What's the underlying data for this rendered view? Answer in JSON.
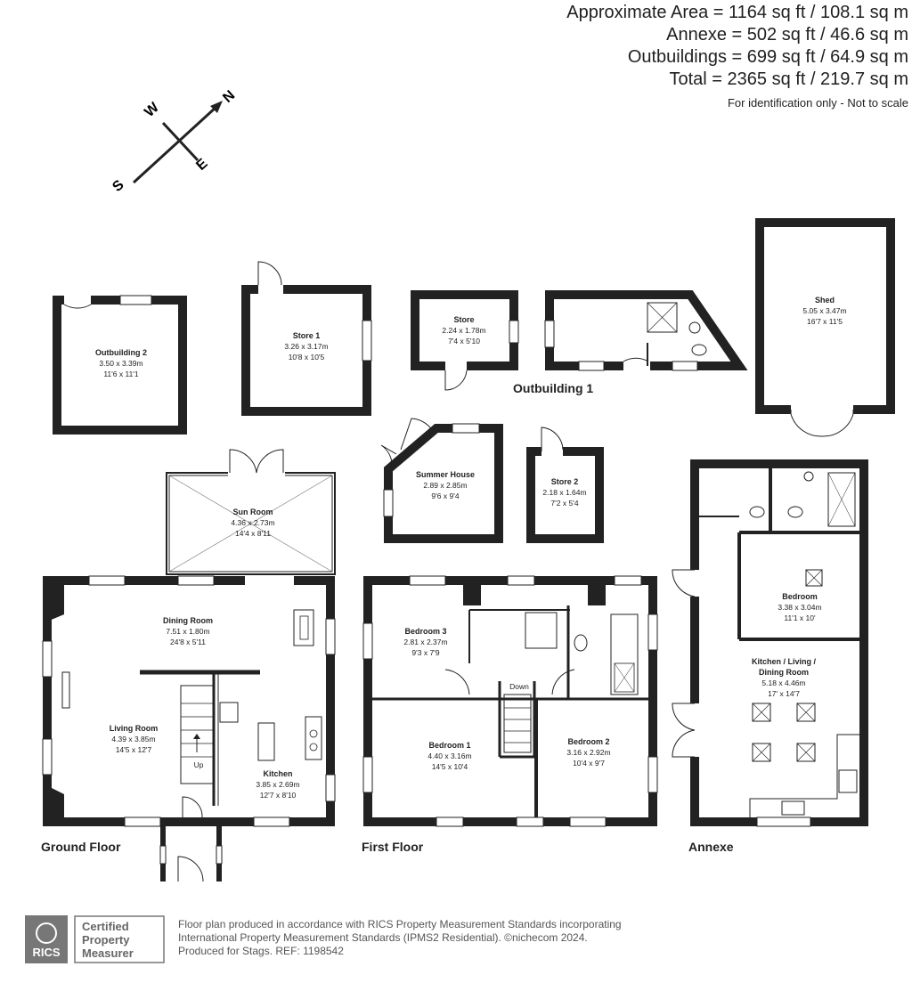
{
  "areas": {
    "approx": "Approximate Area = 1164 sq ft / 108.1 sq m",
    "annexe": "Annexe = 502 sq ft / 46.6 sq m",
    "outbuildings": "Outbuildings = 699 sq ft / 64.9 sq m",
    "total": "Total = 2365 sq ft / 219.7 sq m",
    "note": "For identification only - Not to scale"
  },
  "compass": {
    "n": "N",
    "s": "S",
    "e": "E",
    "w": "W"
  },
  "floors": {
    "ground": "Ground Floor",
    "first": "First Floor",
    "annexe": "Annexe",
    "outbuilding1": "Outbuilding 1"
  },
  "rooms": {
    "outbuilding2": {
      "name": "Outbuilding 2",
      "metric": "3.50 x 3.39m",
      "imperial": "11'6 x 11'1"
    },
    "store1": {
      "name": "Store 1",
      "metric": "3.26 x 3.17m",
      "imperial": "10'8 x 10'5"
    },
    "store": {
      "name": "Store",
      "metric": "2.24 x 1.78m",
      "imperial": "7'4 x 5'10"
    },
    "shed": {
      "name": "Shed",
      "metric": "5.05 x 3.47m",
      "imperial": "16'7 x 11'5"
    },
    "summer_house": {
      "name": "Summer House",
      "metric": "2.89 x 2.85m",
      "imperial": "9'6 x 9'4"
    },
    "store2": {
      "name": "Store 2",
      "metric": "2.18 x 1.64m",
      "imperial": "7'2 x 5'4"
    },
    "sun_room": {
      "name": "Sun Room",
      "metric": "4.36 x 2.73m",
      "imperial": "14'4 x 8'11"
    },
    "dining_room": {
      "name": "Dining Room",
      "metric": "7.51 x 1.80m",
      "imperial": "24'8 x 5'11"
    },
    "living_room": {
      "name": "Living Room",
      "metric": "4.39 x 3.85m",
      "imperial": "14'5 x 12'7"
    },
    "kitchen": {
      "name": "Kitchen",
      "metric": "3.85 x 2.69m",
      "imperial": "12'7 x 8'10"
    },
    "bedroom3": {
      "name": "Bedroom 3",
      "metric": "2.81 x 2.37m",
      "imperial": "9'3 x 7'9"
    },
    "bedroom1": {
      "name": "Bedroom 1",
      "metric": "4.40 x 3.16m",
      "imperial": "14'5 x 10'4"
    },
    "bedroom2": {
      "name": "Bedroom 2",
      "metric": "3.16 x 2.92m",
      "imperial": "10'4 x 9'7"
    },
    "annexe_bedroom": {
      "name": "Bedroom",
      "metric": "3.38 x 3.04m",
      "imperial": "11'1 x 10'"
    },
    "annexe_kld_line1": "Kitchen / Living /",
    "annexe_kld_line2": "Dining Room",
    "annexe_kld_metric": "5.18 x 4.46m",
    "annexe_kld_imperial": "17' x 14'7"
  },
  "stairs": {
    "up": "Up",
    "down": "Down"
  },
  "footer": {
    "badge_line1": "Certified",
    "badge_line2": "Property",
    "badge_line3": "Measurer",
    "rics": "RICS",
    "line1": "Floor plan produced in accordance with RICS Property Measurement Standards incorporating",
    "line2": "International Property Measurement Standards (IPMS2 Residential).  ©nichecom 2024.",
    "line3": "Produced for Stags.   REF: 1198542"
  }
}
